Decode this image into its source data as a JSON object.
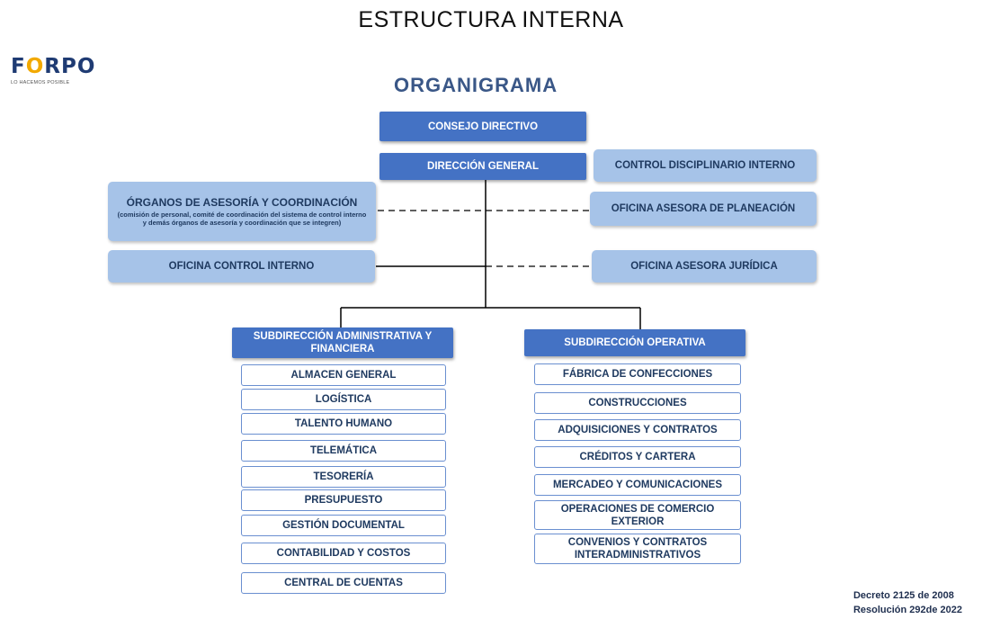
{
  "page_title": "ESTRUCTURA INTERNA",
  "logo": {
    "text_before": "F",
    "text_o": "O",
    "text_after": "RPO",
    "tagline": "LO HACEMOS POSIBLE"
  },
  "org_title": "ORGANIGRAMA",
  "consejo": "CONSEJO DIRECTIVO",
  "direccion": "DIRECCIÓN GENERAL",
  "control_disciplinario": "CONTROL DISCIPLINARIO INTERNO",
  "organos": {
    "title": "ÓRGANOS DE ASESORÍA Y COORDINACIÓN",
    "desc": "(comisión de personal, comité de coordinación del sistema de control interno y demás órganos de asesoría y coordinación que se integren)"
  },
  "planeacion": "OFICINA ASESORA DE PLANEACIÓN",
  "control_interno": "OFICINA CONTROL INTERNO",
  "juridica": "OFICINA ASESORA JURÍDICA",
  "sub_admin": "SUBDIRECCIÓN ADMINISTRATIVA Y FINANCIERA",
  "sub_operativa": "SUBDIRECCIÓN OPERATIVA",
  "admin_units": [
    "ALMACEN GENERAL",
    "LOGÍSTICA",
    "TALENTO HUMANO",
    "TELEMÁTICA",
    "TESORERÍA",
    "PRESUPUESTO",
    "GESTIÓN DOCUMENTAL",
    "CONTABILIDAD Y COSTOS",
    "CENTRAL DE CUENTAS"
  ],
  "oper_units": [
    "FÁBRICA DE CONFECCIONES",
    "CONSTRUCCIONES",
    "ADQUISICIONES Y CONTRATOS",
    "CRÉDITOS Y CARTERA",
    "MERCADEO Y COMUNICACIONES",
    "OPERACIONES DE COMERCIO EXTERIOR",
    "CONVENIOS Y CONTRATOS INTERADMINISTRATIVOS"
  ],
  "footer": {
    "decreto": "Decreto  2125 de 2008",
    "resolucion": "Resolución 292de 2022"
  }
}
